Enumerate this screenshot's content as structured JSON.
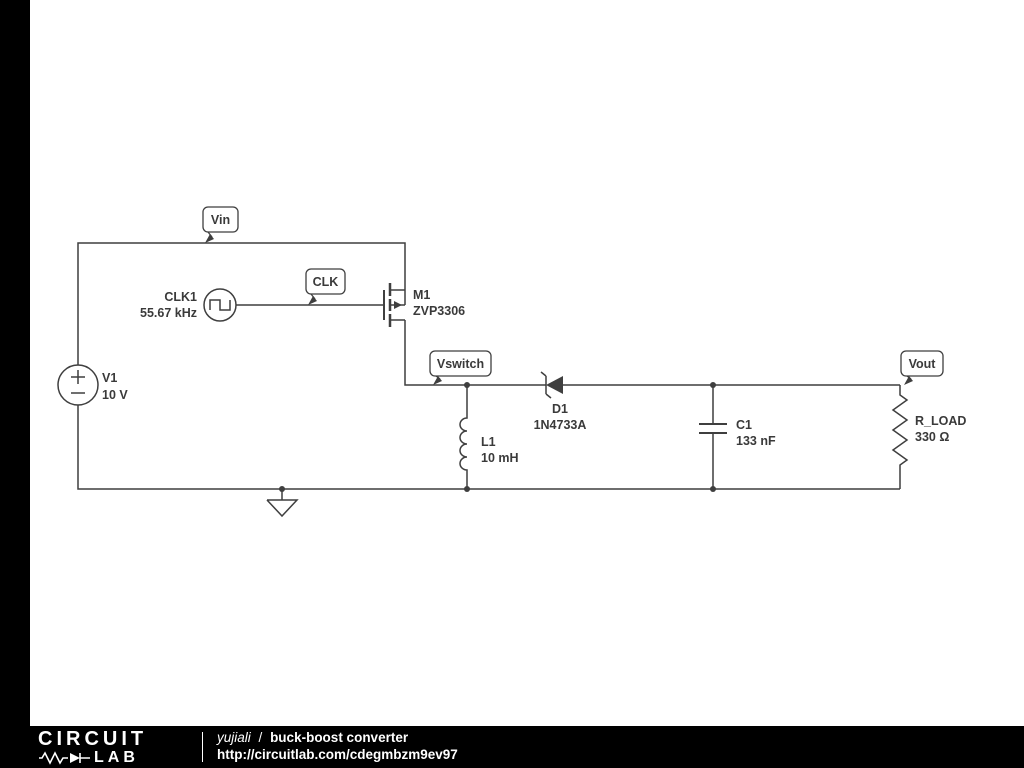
{
  "colors": {
    "wire": "#3f3f3f",
    "text": "#3a3a3a",
    "bar": "#000000",
    "background": "#ffffff"
  },
  "footer": {
    "logo_line1": "CIRCUIT",
    "logo_line2": "LAB",
    "author": "yujiali",
    "separator": "/",
    "title": "buck-boost converter",
    "url": "http://circuitlab.com/cdegmbzm9ev97"
  },
  "schematic": {
    "net_labels": {
      "vin": "Vin",
      "clk": "CLK",
      "vswitch": "Vswitch",
      "vout": "Vout"
    },
    "components": {
      "v1": {
        "name": "V1",
        "value": "10 V"
      },
      "clk1": {
        "name": "CLK1",
        "value": "55.67 kHz"
      },
      "m1": {
        "name": "M1",
        "value": "ZVP3306"
      },
      "d1": {
        "name": "D1",
        "value": "1N4733A"
      },
      "l1": {
        "name": "L1",
        "value": "10 mH"
      },
      "c1": {
        "name": "C1",
        "value": "133 nF"
      },
      "r_load": {
        "name": "R_LOAD",
        "value": "330 Ω"
      }
    }
  }
}
